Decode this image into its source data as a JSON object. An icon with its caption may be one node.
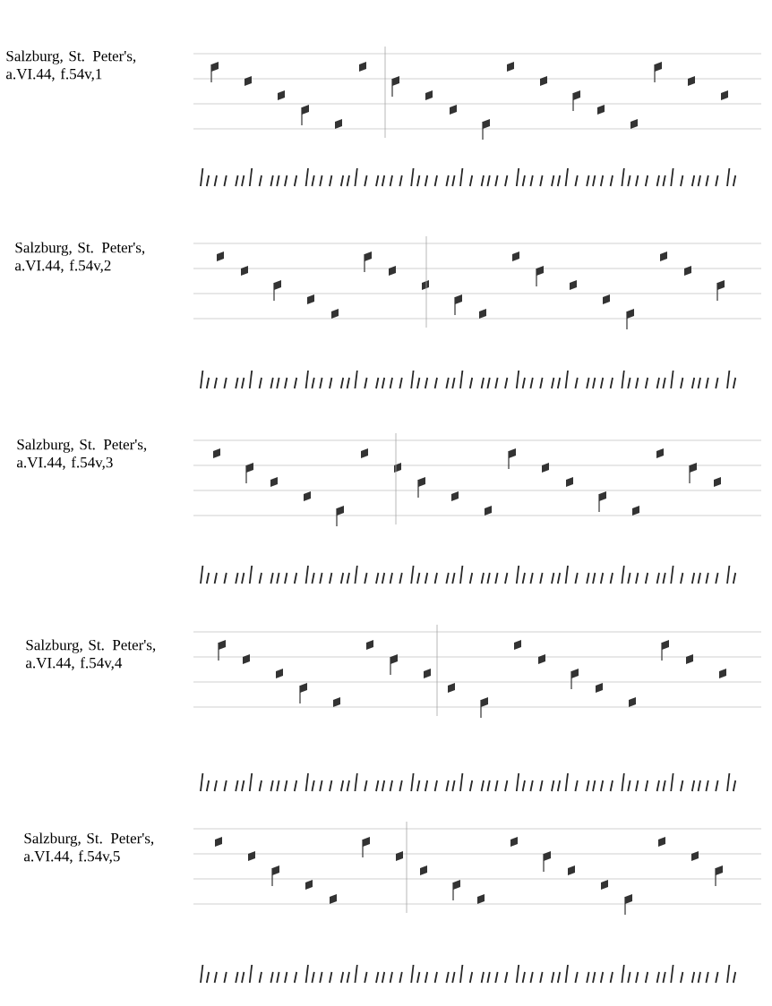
{
  "diagram": {
    "labels": [
      "Salzburg, St. Peter's, a.VI.44, f.54v,1",
      "Salzburg, St. Peter's, a.VI.44, f.54v,2",
      "Salzburg, St. Peter's, a.VI.44, f.54v,3",
      "Salzburg, St. Peter's, a.VI.44, f.54v,4",
      "Salzburg, St. Peter's, a.VI.44, f.54v,5"
    ]
  }
}
